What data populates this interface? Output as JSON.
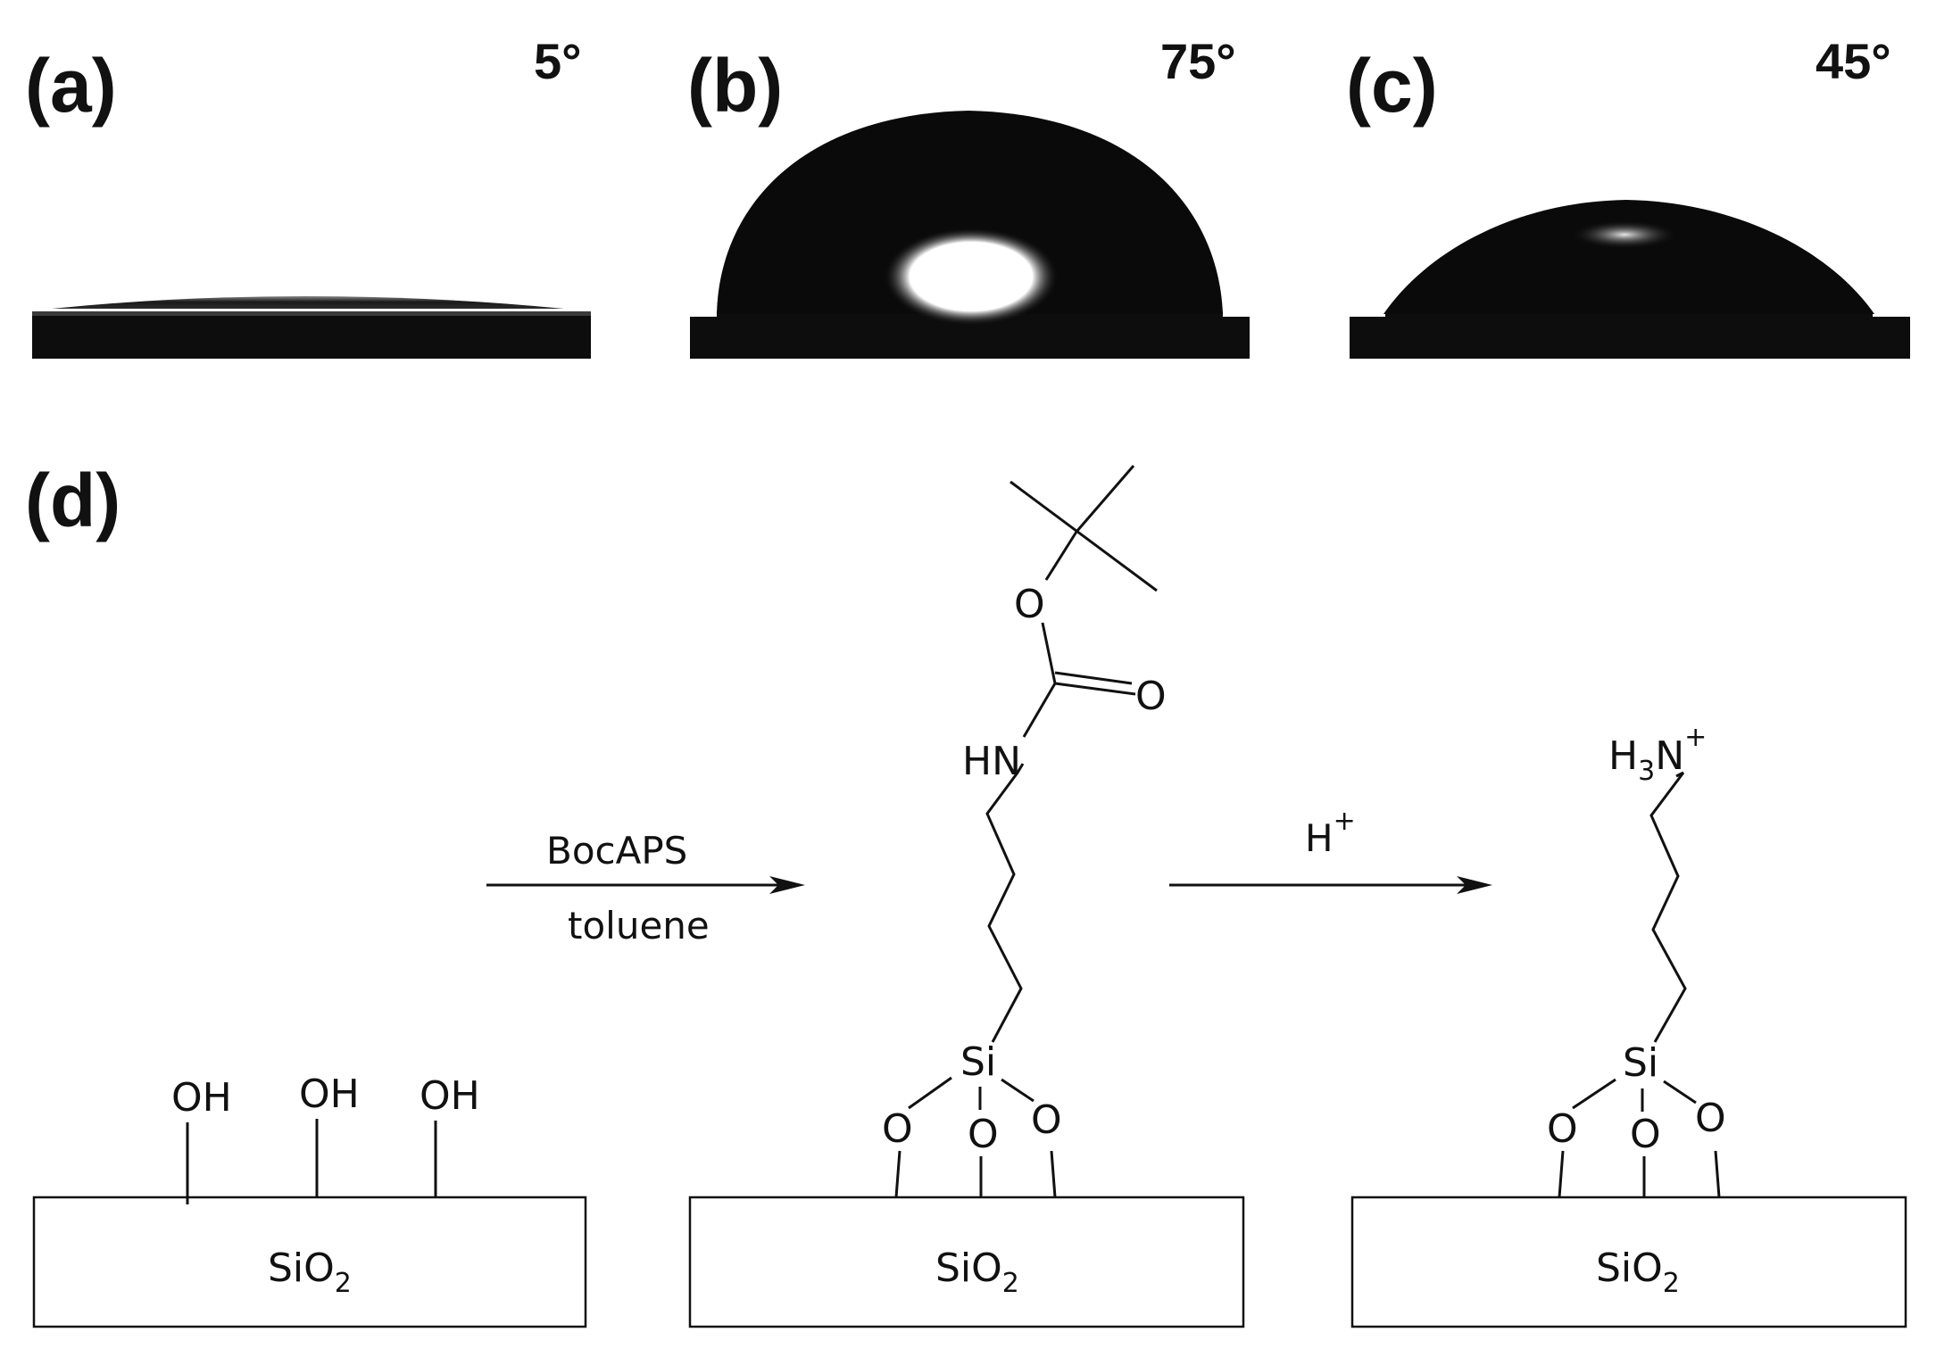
{
  "panels": {
    "a": {
      "label": "(a)",
      "angle": "5°",
      "contact_angle_deg": 5
    },
    "b": {
      "label": "(b)",
      "angle": "75°",
      "contact_angle_deg": 75
    },
    "c": {
      "label": "(c)",
      "angle": "45°",
      "contact_angle_deg": 45
    },
    "d": {
      "label": "(d)"
    }
  },
  "scheme": {
    "substrate": {
      "base": "SiO",
      "sub": "2"
    },
    "hydroxyl": "OH",
    "oxygen": "O",
    "silicon": "Si",
    "nh": "HN",
    "amine": {
      "h": "H",
      "sub": "3",
      "n": "N",
      "charge": "+"
    },
    "step1": {
      "above": "BocAPS",
      "below": "toluene"
    },
    "step2": {
      "above": "H",
      "charge": "+"
    }
  }
}
